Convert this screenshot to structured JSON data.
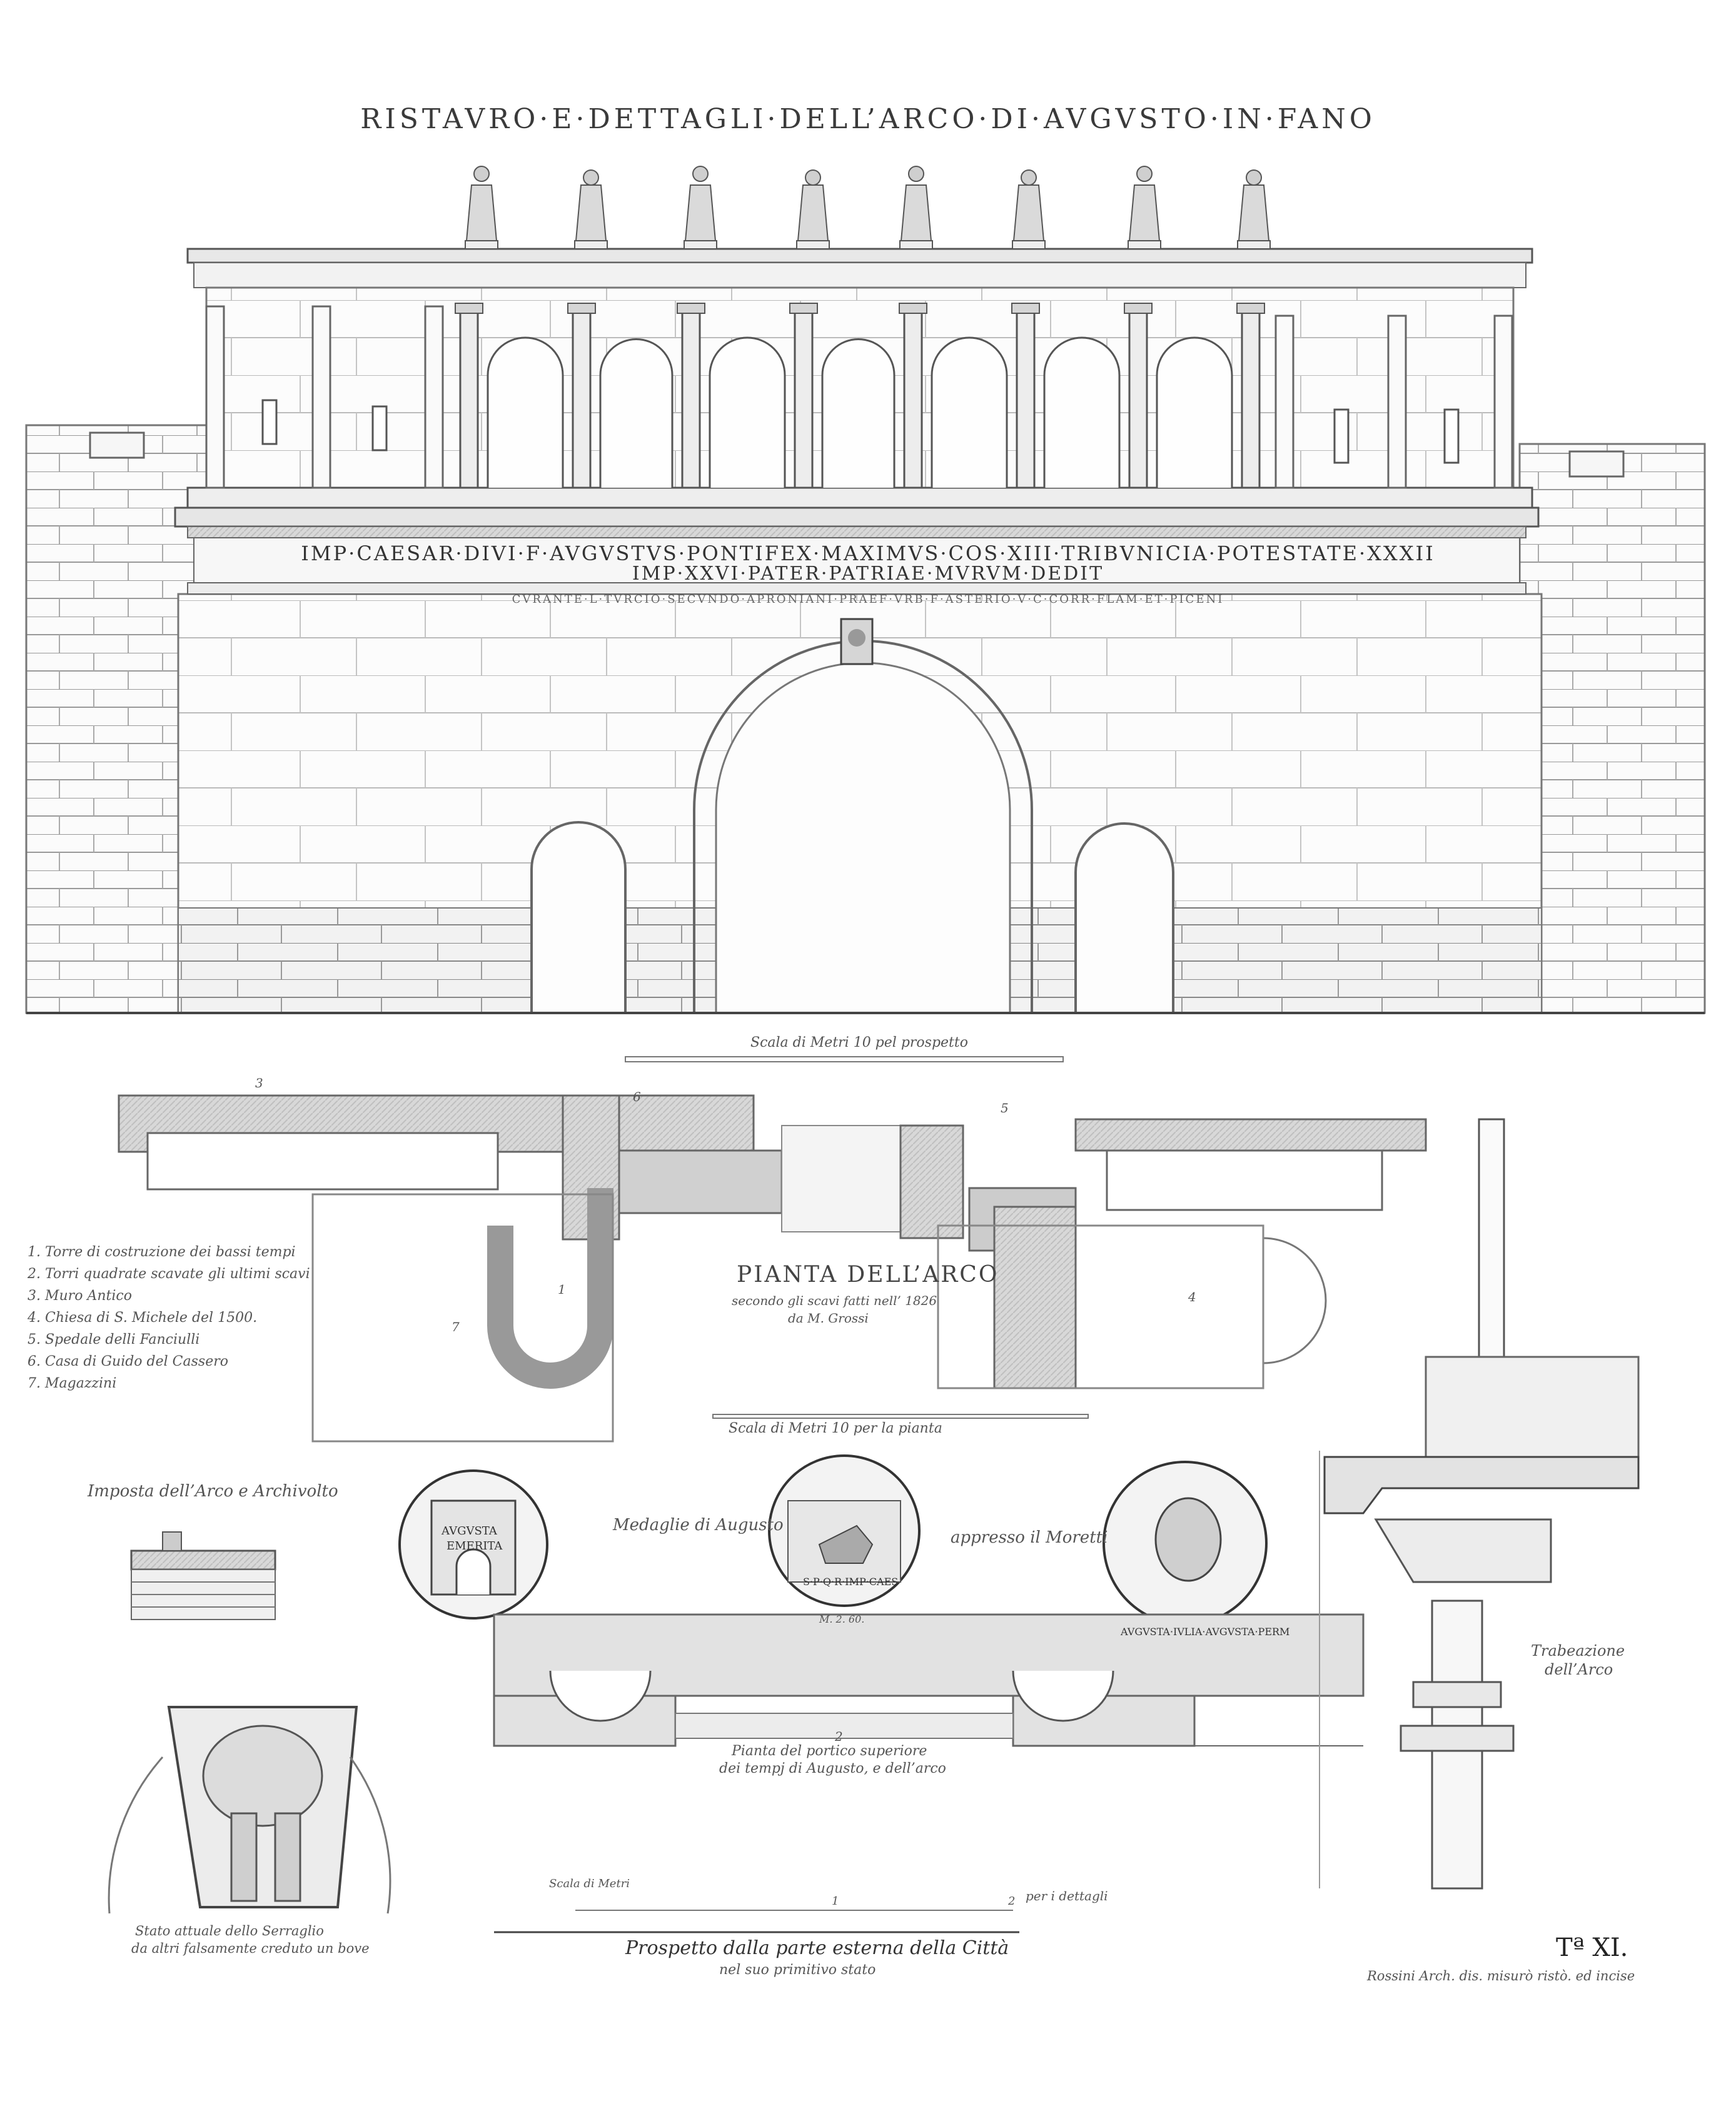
{
  "title": "RISTAVRO·E·DETTAGLI·DELL’ARCO·DI·AVGVSTO·IN·FANO",
  "inscription": {
    "line1": "IMP·CAESAR·DIVI·F·AVGVSTVS·PONTIFEX·MAXIMVS·COS·XIII·TRIBVNICIA·POTESTATE·XXXII",
    "line2": "IMP·XXVI·PATER·PATRIAE·MVRVM·DEDIT",
    "line3": "CVRANTE·L·TVRCIO·SECVNDO·APRONIANI·PRAEF·VRB·F·ASTERIO·V·C·CORR·FLAM·ET·PICENI"
  },
  "elevation_scale": "Scala di Metri 10 pel prospetto",
  "plan": {
    "title": "PIANTA DELL’ARCO",
    "subtitle1": "secondo gli scavi fatti nell’ 1826",
    "subtitle2": "da M. Grossi",
    "scale": "Scala di Metri 10 per la pianta",
    "numbers": [
      "3",
      "6",
      "5",
      "1",
      "7",
      "2",
      "4"
    ]
  },
  "legend": [
    "1. Torre di costruzione dei bassi tempi",
    "2. Torri quadrate scavate gli ultimi scavi",
    "3. Muro Antico",
    "4. Chiesa di S. Michele del 1500.",
    "5. Spedale delli Fanciulli",
    "6. Casa di Guido del Cassero",
    "7. Magazzini"
  ],
  "impost_caption": "Imposta dell’Arco e Archivolto",
  "medals": {
    "caption_left": "Medaglie di Augusto",
    "caption_right": "appresso il Moretti",
    "medal1_text1": "AVGVSTA",
    "medal1_text2": "EMERITA",
    "medal2_text": "S·P·Q·R·IMP·CAES",
    "medal3_text": "AVGVSTA·IVLIA·AVGVSTA·PERM",
    "medal_label2": "M. 2. 60."
  },
  "portico": {
    "caption1": "Pianta del portico superiore",
    "caption2": "dei tempj di Augusto, e dell’arco",
    "scale_label": "Scala di Metri",
    "scale_note": "per i dettagli",
    "scale_marks": [
      "1",
      "2"
    ],
    "number": "2"
  },
  "keystone_caption1": "Stato attuale dello Serraglio",
  "keystone_caption2": "da altri falsamente creduto un bove",
  "entablature_caption1": "Trabeazione",
  "entablature_caption2": "dell’Arco",
  "bottom_caption1": "Prospetto dalla parte esterna della Città",
  "bottom_caption2": "nel suo primitivo stato",
  "plate_number": "Tª XI.",
  "author": "Rossini Arch. dis. misurò ristò. ed incise"
}
